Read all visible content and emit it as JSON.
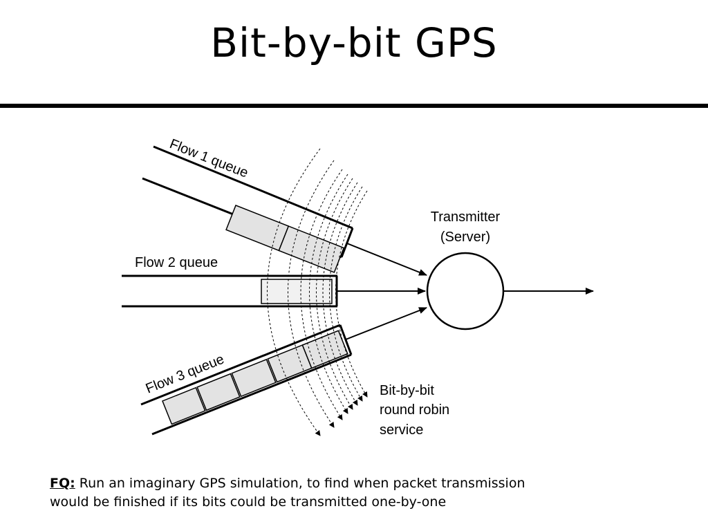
{
  "slide": {
    "title": "Bit-by-bit GPS",
    "note_prefix": "FQ:",
    "note_line1": "Run an imaginary GPS simulation, to find when packet transmission",
    "note_line2": "would be finished if its bits could be transmitted one-by-one"
  },
  "diagram": {
    "flow1_label": "Flow 1 queue",
    "flow2_label": "Flow 2 queue",
    "flow3_label": "Flow 3 queue",
    "server_label_line1": "Transmitter",
    "server_label_line2": "(Server)",
    "service_label_line1": "Bit-by-bit",
    "service_label_line2": "round robin",
    "service_label_line3": "service"
  }
}
